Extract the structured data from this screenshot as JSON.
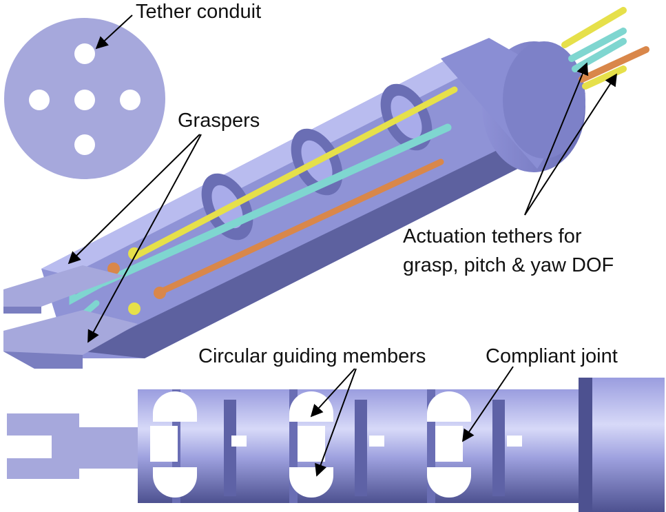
{
  "labels": {
    "tether_conduit": "Tether conduit",
    "graspers": "Graspers",
    "actuation_line1": "Actuation tethers for",
    "actuation_line2": "grasp, pitch & yaw DOF",
    "circular_guiding": "Circular guiding members",
    "compliant_joint": "Compliant joint"
  },
  "colors": {
    "body": "#8f93d6",
    "body_light": "#b9bcef",
    "body_dark": "#5d619f",
    "tether_yellow": "#e6e04a",
    "tether_cyan": "#7fd6d0",
    "tether_orange": "#d9874a",
    "cross_section": "#a6a8dc"
  },
  "icons": {
    "arrowhead": "arrow-head"
  }
}
